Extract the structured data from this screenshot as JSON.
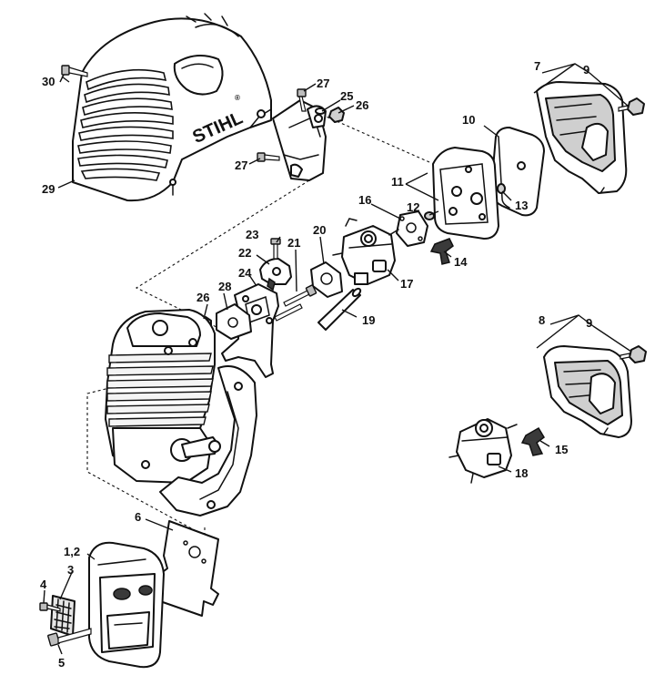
{
  "brand": {
    "logo_text": "STIHL",
    "trademark": "®"
  },
  "callouts": {
    "c30": "30",
    "c29": "29",
    "c27a": "27",
    "c27b": "27",
    "c25": "25",
    "c26a": "26",
    "c26b": "26",
    "c7": "7",
    "c9a": "9",
    "c10": "10",
    "c11": "11",
    "c12": "12",
    "c13": "13",
    "c14": "14",
    "c16": "16",
    "c17": "17",
    "c19": "19",
    "c20": "20",
    "c21": "21",
    "c22": "22",
    "c23": "23",
    "c24": "24",
    "c28": "28",
    "c8": "8",
    "c9b": "9",
    "c15": "15",
    "c18": "18",
    "c6": "6",
    "c1_2": "1,2",
    "c3": "3",
    "c4": "4",
    "c5": "5"
  }
}
